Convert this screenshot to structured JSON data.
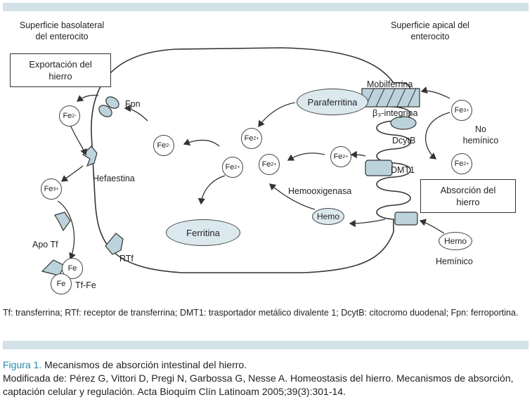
{
  "labels": {
    "basolateral": [
      "Superficie basolateral",
      "del enterocito"
    ],
    "apical": [
      "Superficie apical del",
      "enterocito"
    ],
    "export_box": [
      "Exportación del",
      "hierro"
    ],
    "absorption_box": [
      "Absorción del",
      "hierro"
    ],
    "fpn": "Fpn",
    "hefaestina": "Hefaestina",
    "apo_tf": "Apo Tf",
    "rtf": "RTf",
    "tf_fe": "Tf-Fe",
    "paraferritina": "Paraferritina",
    "mobilferrina": "Mobilferrina",
    "beta3_integrina": "β₃-integrina",
    "dcytb": "DcytB",
    "dmt1": "DMT1",
    "hemooxigenasa": "Hemooxigenasa",
    "ferritina": "Ferritina",
    "no_hemico": [
      "No",
      "hemínico"
    ],
    "hemico": "Hemínico",
    "hemo": "Hemo",
    "fe": "Fe"
  },
  "ions": {
    "fe2_minus": "Fe",
    "fe2_minus_sup": "2-",
    "fe3_plus": "Fe",
    "fe3_plus_sup": "3+",
    "fe2_plus": "Fe",
    "fe2_plus_sup": "2+"
  },
  "legend": "Tf: transferrina; RTf: receptor de transferrina; DMT1: trasportador metálico divalente 1; DcytB: citocromo duodenal; Fpn: ferroportina.",
  "caption": {
    "figure_label": "Figura 1.",
    "title": "Mecanismos de absorción intestinal del hierro.",
    "source": "Modificada de: Pérez G, Vittori D, Pregi N, Garbossa G, Nesse A. Homeostasis del hierro. Mecanismos de absorción, captación celular y regulación. Acta Bioquím Clín Latinoam 2005;39(3):301-14."
  },
  "colors": {
    "accent": "#2a8aa8",
    "fill": "#dbe9ee",
    "band": "#d3e1e8"
  }
}
